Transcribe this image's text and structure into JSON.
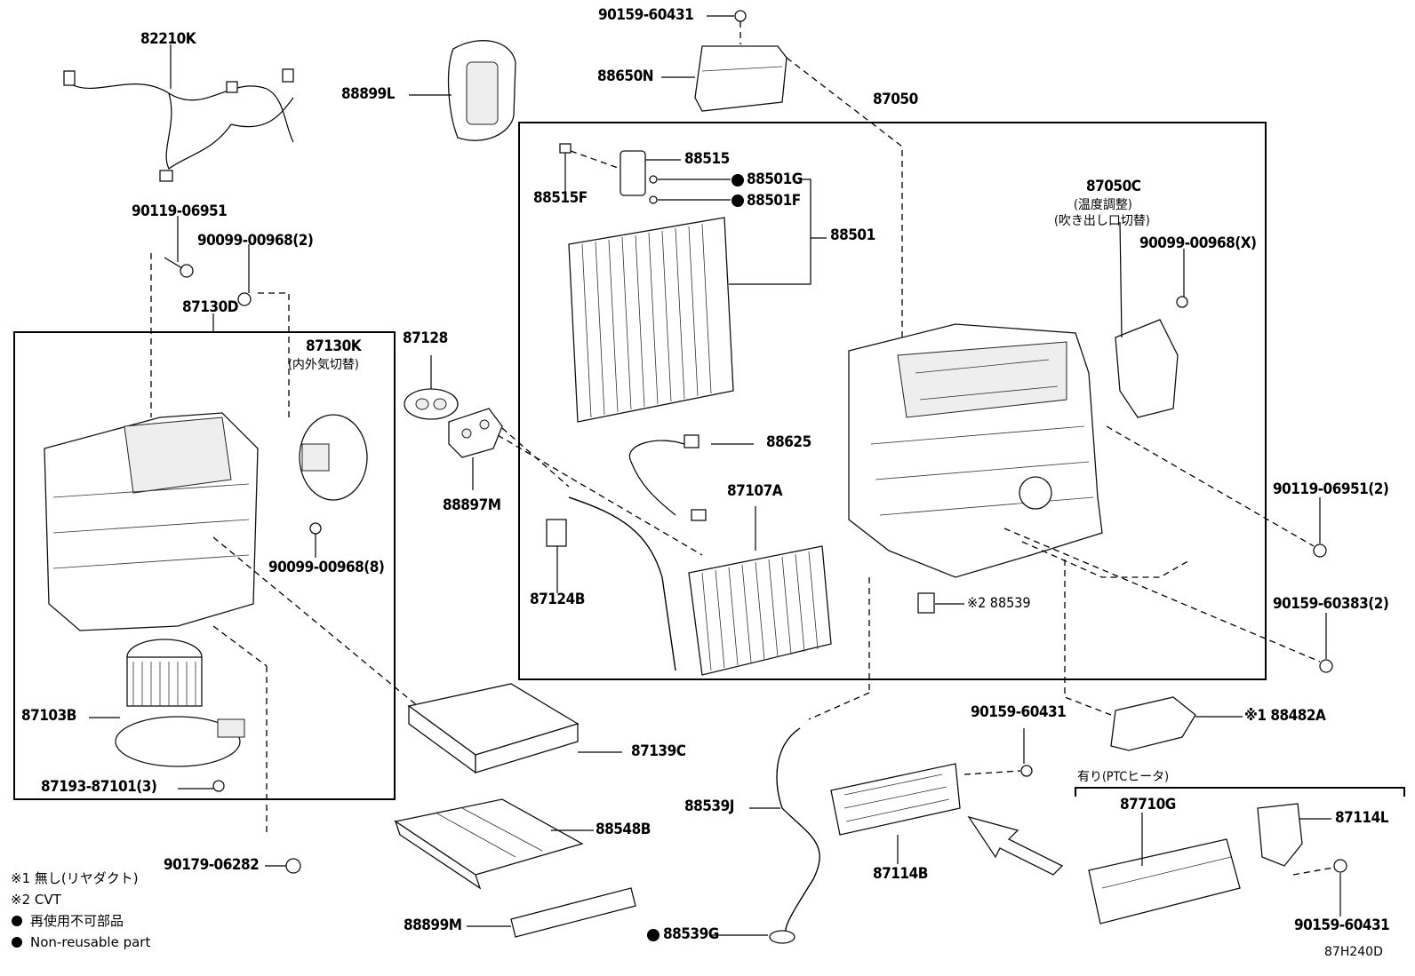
{
  "labels": {
    "p82210K": "82210K",
    "p88899L": "88899L",
    "p90159_60431_top": "90159-60431",
    "p88650N": "88650N",
    "p87050": "87050",
    "p88515": "88515",
    "p88515F": "88515F",
    "p88501G": "88501G",
    "p88501F": "88501F",
    "p88501": "88501",
    "p87050C": "87050C",
    "p87050C_note1": "(温度調整)",
    "p87050C_note2": "(吹き出し口切替)",
    "p90099_00968X": "90099-00968(X)",
    "p90119_06951": "90119-06951",
    "p90099_00968_2": "90099-00968(2)",
    "p87130D": "87130D",
    "p87130K": "87130K",
    "p87130K_note": "(内外気切替)",
    "p87128": "87128",
    "p88897M": "88897M",
    "p88625": "88625",
    "p87107A": "87107A",
    "p87124B": "87124B",
    "p90099_00968_8": "90099-00968(8)",
    "p88539": "※2 88539",
    "p90119_06951_2": "90119-06951(2)",
    "p90159_60383_2": "90159-60383(2)",
    "p87103B": "87103B",
    "p87139C": "87139C",
    "p90159_60431_mid": "90159-60431",
    "p88482A": "※1 88482A",
    "p87193_87101_3": "87193-87101(3)",
    "p88539J": "88539J",
    "p87114B": "87114B",
    "ptc_header": "有り(PTCヒータ)",
    "p87710G": "87710G",
    "p87114L": "87114L",
    "p88548B": "88548B",
    "p90179_06282": "90179-06282",
    "p88899M": "88899M",
    "p88539G": "88539G",
    "p90159_60431_bot": "90159-60431"
  },
  "legend": {
    "note1": "※1 無し(リヤダクト)",
    "note2": "※2 CVT",
    "note3": "再使用不可部品",
    "note4": "Non-reusable part"
  },
  "figure_id": "87H240D"
}
